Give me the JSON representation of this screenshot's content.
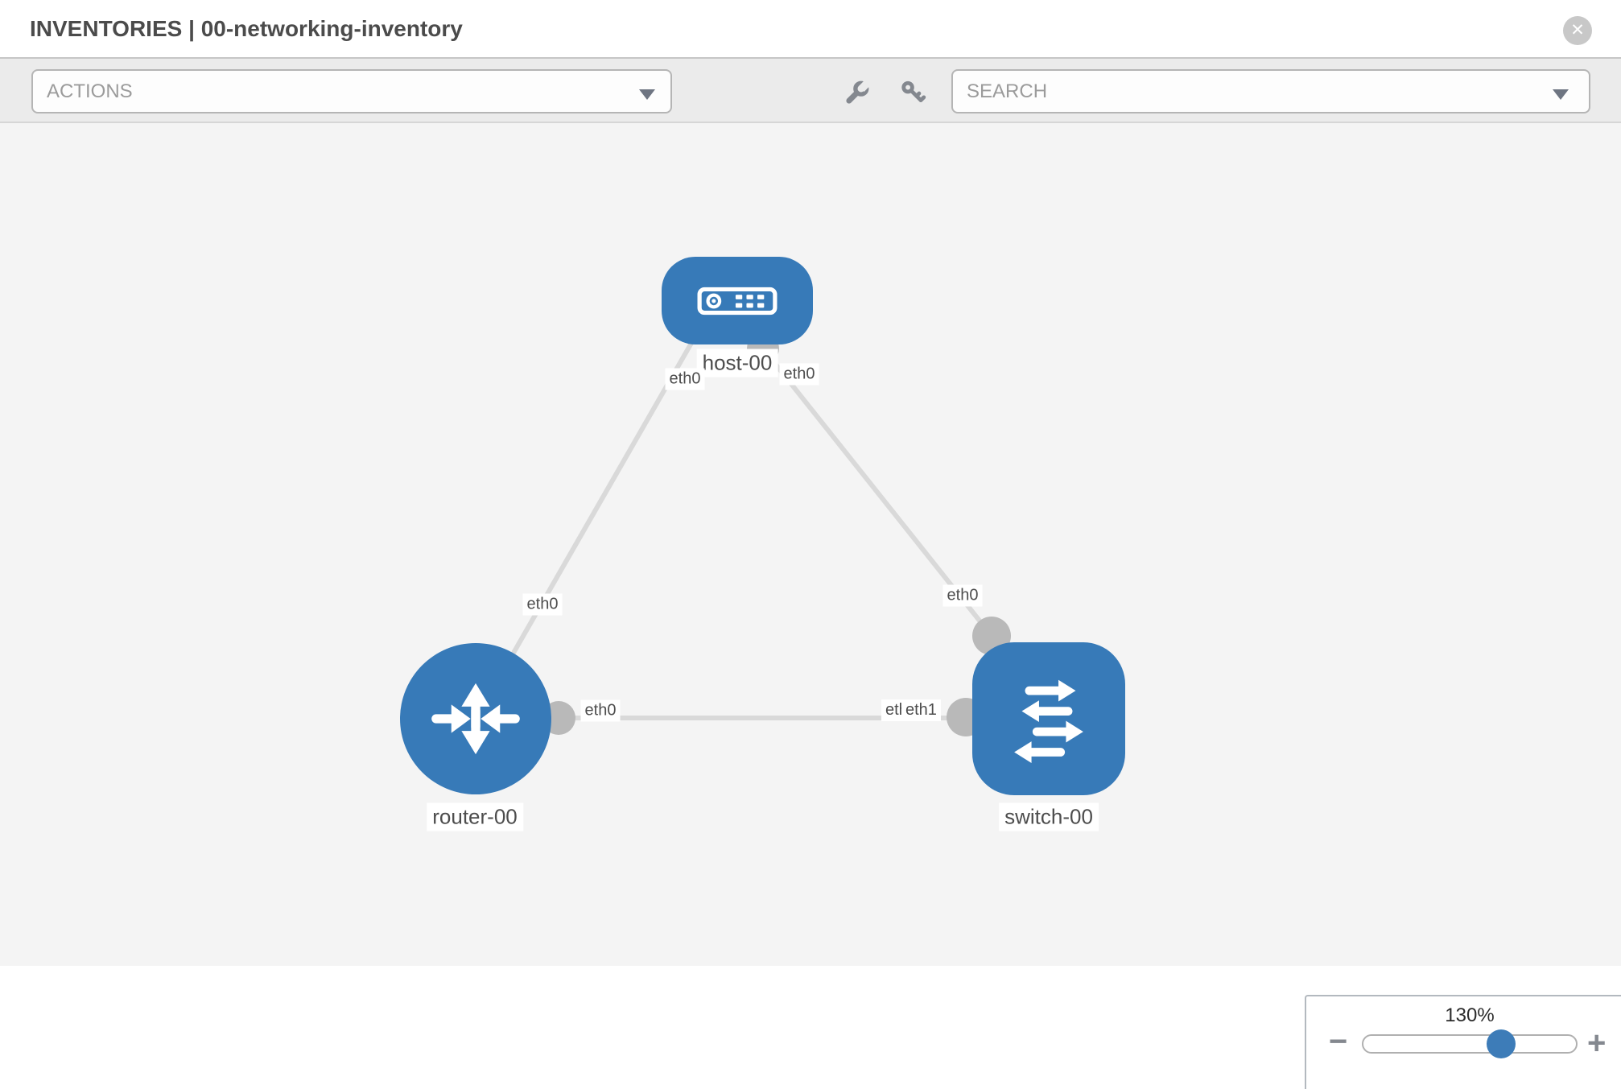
{
  "header": {
    "title": "INVENTORIES | 00-networking-inventory",
    "close_label": "✕"
  },
  "toolbar": {
    "actions_dropdown": {
      "value": "ACTIONS"
    },
    "search_dropdown": {
      "value": "SEARCH"
    },
    "icons": {
      "wrench": "wrench-tool",
      "key": "key-credential"
    }
  },
  "topology": {
    "nodes": [
      {
        "id": "host-00",
        "label": "host-00",
        "type": "host"
      },
      {
        "id": "router-00",
        "label": "router-00",
        "type": "router"
      },
      {
        "id": "switch-00",
        "label": "switch-00",
        "type": "switch"
      }
    ],
    "links": [
      {
        "from": "host-00",
        "to": "router-00"
      },
      {
        "from": "host-00",
        "to": "switch-00"
      },
      {
        "from": "router-00",
        "to": "switch-00"
      }
    ],
    "interface_labels": [
      {
        "text": "eth0"
      },
      {
        "text": "eth0"
      },
      {
        "text": "eth0"
      },
      {
        "text": "eth0"
      },
      {
        "text": "eth0"
      },
      {
        "text": "eth0"
      },
      {
        "text": "eth1"
      }
    ]
  },
  "zoom_control": {
    "level": "130%",
    "minus_label": "−",
    "plus_label": "+"
  },
  "colors": {
    "node_fill": "#377ab8",
    "link": "#d9d9d9",
    "interface_dot": "#b9b9b9",
    "slider_thumb": "#3d7cb8",
    "toolbar_bg": "#ebebeb"
  }
}
